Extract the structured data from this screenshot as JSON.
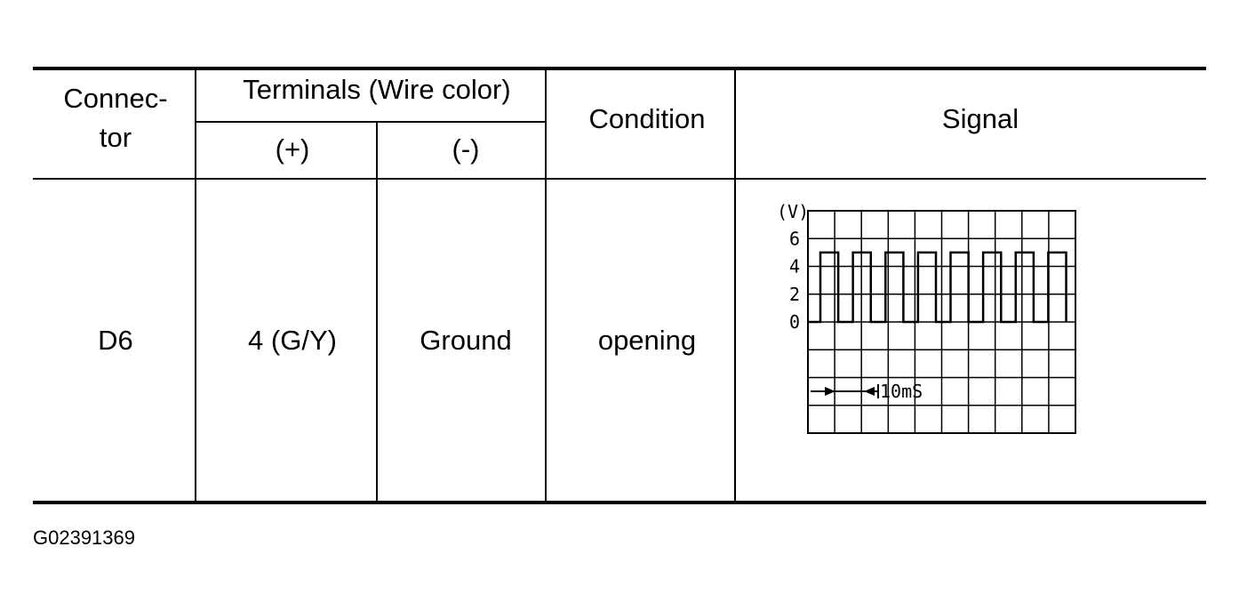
{
  "table": {
    "headers": {
      "connector_line1": "Connec-",
      "connector_line2": "tor",
      "terminals": "Terminals (Wire color)",
      "plus": "(+)",
      "minus": "(-)",
      "condition": "Condition",
      "signal": "Signal"
    },
    "row": {
      "connector": "D6",
      "plus": "4 (G/Y)",
      "minus": "Ground",
      "condition": "opening"
    }
  },
  "signal_chart": {
    "y_unit": "(V)",
    "y_ticks": [
      "6",
      "4",
      "2",
      "0"
    ],
    "time_label": "10mS",
    "waveform": {
      "type": "square",
      "high_v": 5,
      "low_v": 0,
      "pulses": 8
    }
  },
  "figure_id": "G02391369"
}
